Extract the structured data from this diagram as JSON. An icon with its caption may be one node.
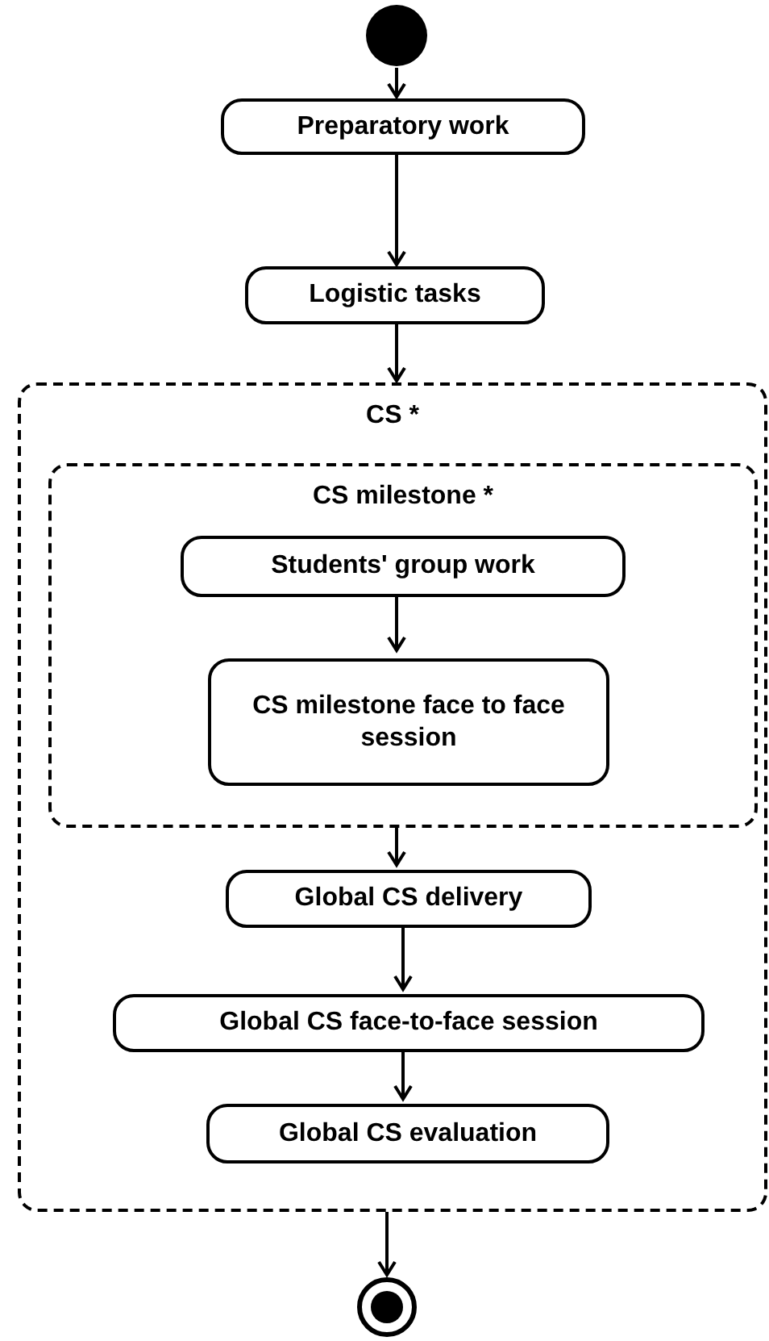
{
  "diagram": {
    "nodes": [
      {
        "text": [],
        "shape": "circle"
      },
      {
        "text": [
          "Preparatory work"
        ]
      },
      {
        "text": [
          "Logistic tasks"
        ]
      },
      {
        "text": [
          "CS *"
        ]
      },
      {
        "text": [
          "CS milestone *"
        ],
        "in": 3
      },
      {
        "text": [
          "Students' group work"
        ],
        "in": 4
      },
      {
        "text": [
          "CS milestone face to face session"
        ],
        "in": 4
      },
      {
        "text": [
          "Global CS delivery"
        ],
        "in": 3
      },
      {
        "text": [
          "Global CS face-to-face session"
        ],
        "in": 3
      },
      {
        "text": [
          "Global CS evaluation"
        ],
        "in": 3
      },
      {
        "text": [],
        "shape": "bullseye"
      }
    ],
    "edges": [
      {
        "from": 0,
        "to": 1,
        "arrow": "to"
      },
      {
        "from": 1,
        "to": 2,
        "arrow": "to"
      },
      {
        "from": 2,
        "to": 3,
        "arrow": "to"
      },
      {
        "from": 5,
        "to": 6,
        "arrow": "to"
      },
      {
        "from": 4,
        "to": 7,
        "arrow": "to"
      },
      {
        "from": 7,
        "to": 8,
        "arrow": "to"
      },
      {
        "from": 8,
        "to": 9,
        "arrow": "to"
      },
      {
        "from": 3,
        "to": 10,
        "arrow": "to"
      }
    ]
  }
}
